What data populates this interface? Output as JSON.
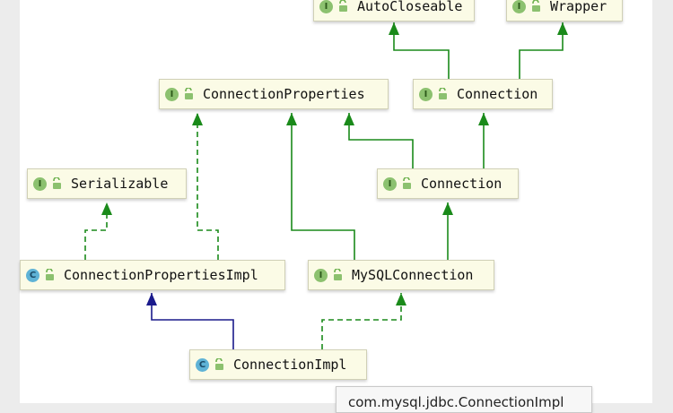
{
  "diagram": {
    "nodes": {
      "autocloseable": {
        "kind": "I",
        "label": "AutoCloseable"
      },
      "wrapper": {
        "kind": "I",
        "label": "Wrapper"
      },
      "connection_properties": {
        "kind": "I",
        "label": "ConnectionProperties"
      },
      "connection_top": {
        "kind": "I",
        "label": "Connection"
      },
      "serializable": {
        "kind": "I",
        "label": "Serializable"
      },
      "connection_mid": {
        "kind": "I",
        "label": "Connection"
      },
      "connection_properties_impl": {
        "kind": "C",
        "label": "ConnectionPropertiesImpl"
      },
      "mysql_connection": {
        "kind": "I",
        "label": "MySQLConnection"
      },
      "connection_impl": {
        "kind": "C",
        "label": "ConnectionImpl"
      }
    },
    "colors": {
      "interface_inheritance": "#1a8a1a",
      "class_inheritance": "#1a1a8c",
      "implementation_dashed": "#1a8a1a"
    }
  },
  "tooltip": {
    "text": "com.mysql.jdbc.ConnectionImpl"
  }
}
